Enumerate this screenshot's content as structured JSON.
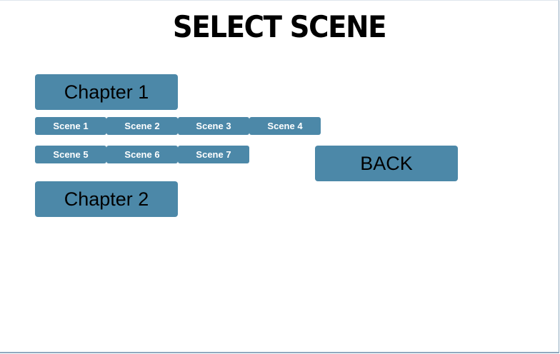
{
  "title": "SELECT SCENE",
  "chapters": [
    {
      "label": "Chapter 1",
      "scenes": [
        "Scene 1",
        "Scene 2",
        "Scene 3",
        "Scene 4",
        "Scene 5",
        "Scene 6",
        "Scene 7"
      ]
    },
    {
      "label": "Chapter 2",
      "scenes": []
    }
  ],
  "back_label": "BACK",
  "colors": {
    "button_fill": "#4c88a8",
    "background": "#ffffff",
    "frame_border": "#8fa9bf"
  }
}
